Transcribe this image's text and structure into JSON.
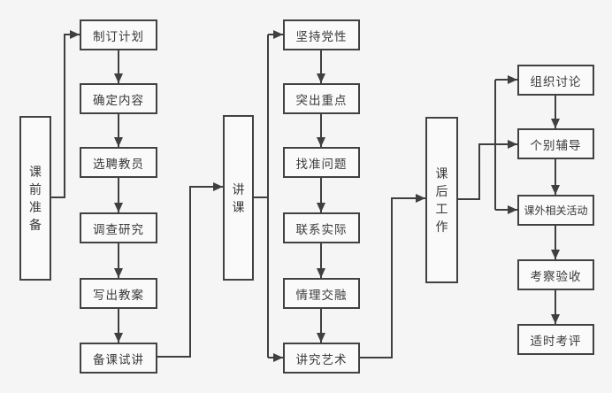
{
  "diagram": {
    "title_hint": "lecture-workflow-flowchart",
    "stages": {
      "pre": {
        "label": "课前准备"
      },
      "teach": {
        "label": "讲课"
      },
      "post": {
        "label": "课后工作"
      }
    },
    "pre_steps": [
      "制订计划",
      "确定内容",
      "选聘教员",
      "调查研究",
      "写出教案",
      "备课试讲"
    ],
    "teach_steps": [
      "坚持党性",
      "突出重点",
      "找准问题",
      "联系实际",
      "情理交融",
      "讲究艺术"
    ],
    "post_steps": [
      "组织讨论",
      "个别辅导",
      "课外相关活动",
      "考察验收",
      "适时考评"
    ],
    "colors": {
      "background": "#f5f5f5",
      "box_fill": "#fafafa",
      "line": "#3f3f3f",
      "text": "#3a3a3a"
    }
  }
}
